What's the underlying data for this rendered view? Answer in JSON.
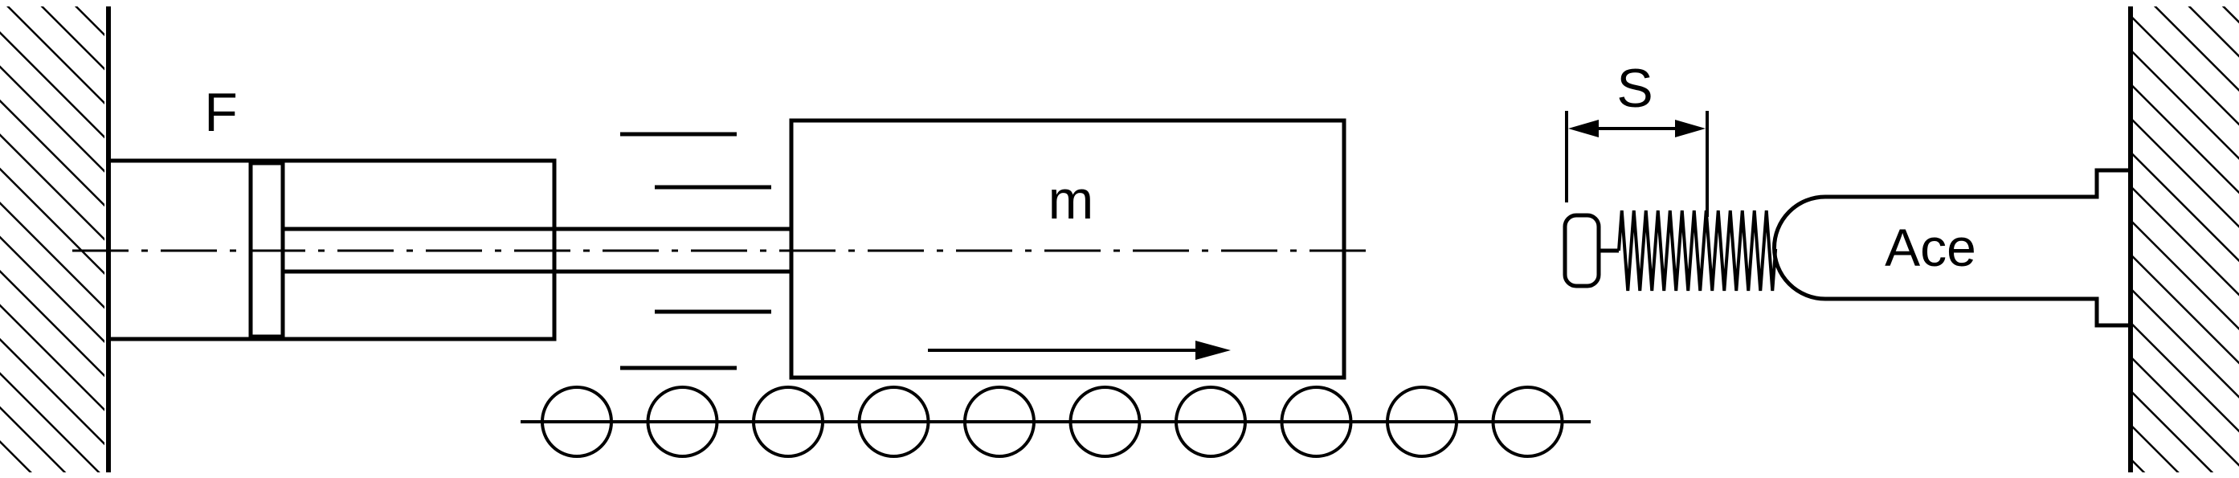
{
  "labels": {
    "force": "F",
    "mass": "m",
    "stroke": "S",
    "shock_absorber": "Ace"
  },
  "rollers": {
    "count": 10
  },
  "colors": {
    "ink": "#000000",
    "background": "#ffffff"
  },
  "icons": {
    "wall": "hatched-wall",
    "motion": "arrow-right",
    "stroke": "double-arrow"
  }
}
